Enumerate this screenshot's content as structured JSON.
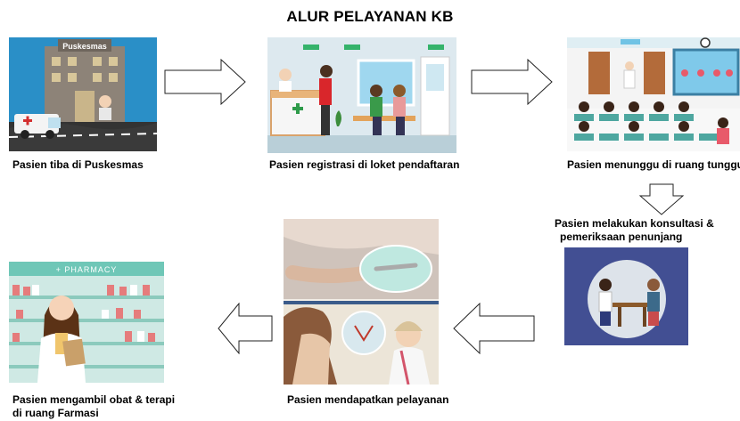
{
  "title": "ALUR PELAYANAN KB",
  "steps": [
    {
      "caption": "Pasien tiba di Puskesmas",
      "sign": "Puskesmas"
    },
    {
      "caption": "Pasien registrasi di loket pendaftaran"
    },
    {
      "caption": "Pasien menunggu di ruang tunggu"
    },
    {
      "caption_line1": "Pasien melakukan konsultasi &",
      "caption_line2": "pemeriksaan penunjang"
    },
    {
      "caption": "Pasien mendapatkan pelayanan"
    },
    {
      "caption_line1": "Pasien mengambil obat & terapi",
      "caption_line2": "di ruang Farmasi",
      "sign": "+ PHARMACY"
    }
  ],
  "icons": [
    "ambulance-icon",
    "hospital-cross-icon",
    "clock-icon",
    "iud-icon"
  ]
}
